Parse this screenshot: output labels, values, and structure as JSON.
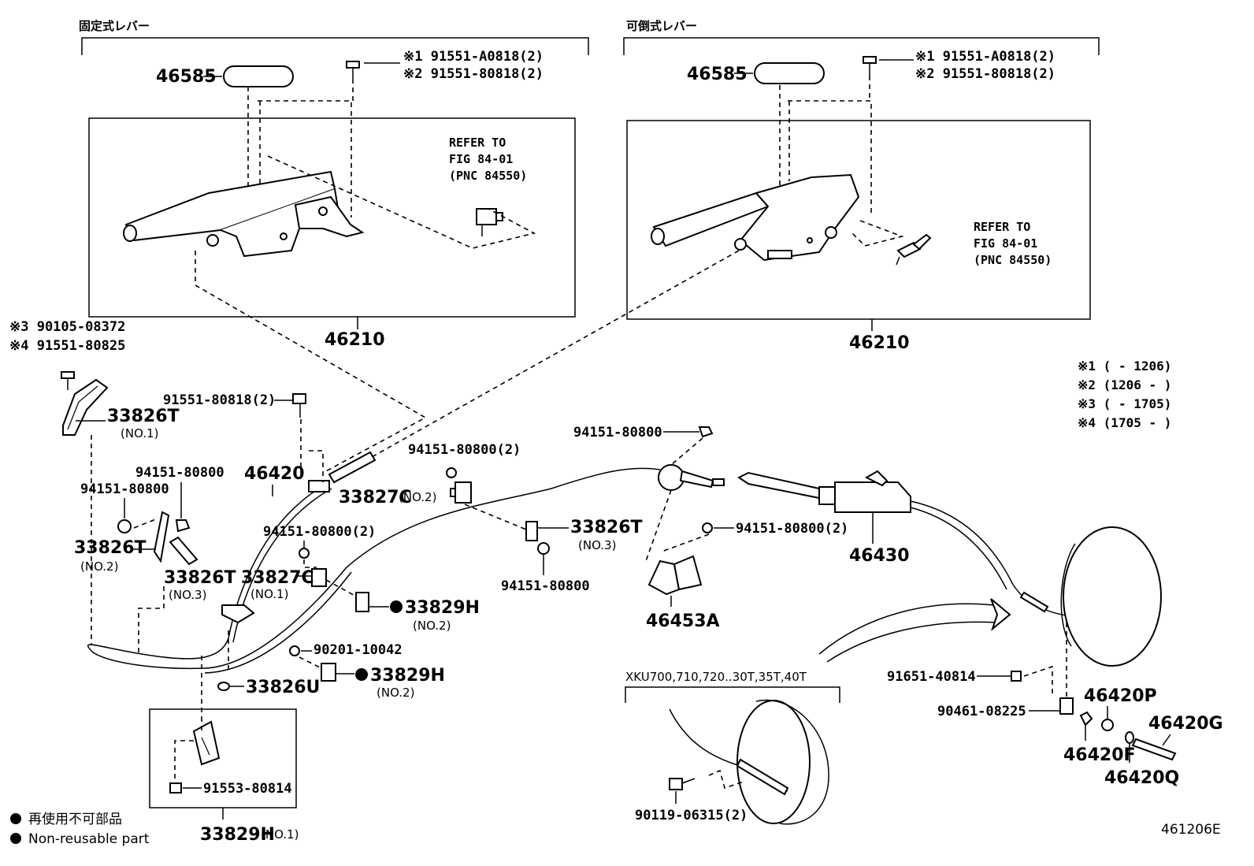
{
  "sections": {
    "fixed_lever": "固定式レバー",
    "folding_lever": "可倒式レバー",
    "model_variant": "XKU700,710,720..30T,35T,40T"
  },
  "refer": {
    "line1": "REFER TO",
    "line2": "FIG 84-01",
    "line3": "(PNC 84550)"
  },
  "labels": {
    "grip": "46585",
    "bolt_a": "※1 91551-A0818(2)",
    "bolt_b": "※2 91551-80818(2)",
    "lever_assy": "46210",
    "bolt_c": "※3 90105-08372",
    "bolt_d": "※4 91551-80825",
    "clamp_33826T": "33826T",
    "no1": "(NO.1)",
    "no2": "(NO.2)",
    "no3": "(NO.3)",
    "bolt_91551_2": "91551-80818(2)",
    "nut_94151": "94151-80800",
    "nut_94151_2": "94151-80800(2)",
    "cable_front": "46420",
    "clip_33827C": "33827C",
    "clip_33829H": "33829H",
    "washer_90201": "90201-10042",
    "grommet_33826U": "33826U",
    "bolt_91553": "91553-80814",
    "cable_rear": "46430",
    "bracket_46453A": "46453A",
    "bolt_91651": "91651-40814",
    "bolt_90461": "90461-08225",
    "part_46420P": "46420P",
    "part_46420F": "46420F",
    "part_46420G": "46420G",
    "part_46420Q": "46420Q",
    "bolt_90119": "90119-06315(2)"
  },
  "notes": {
    "n1": "※1 (      - 1206)",
    "n2": "※2 (1206 -      )",
    "n3": "※3 (      - 1705)",
    "n4": "※4 (1705 -      )"
  },
  "legend": {
    "jp": "再使用不可部品",
    "en": "Non-reusable part"
  },
  "figure_code": "461206E"
}
